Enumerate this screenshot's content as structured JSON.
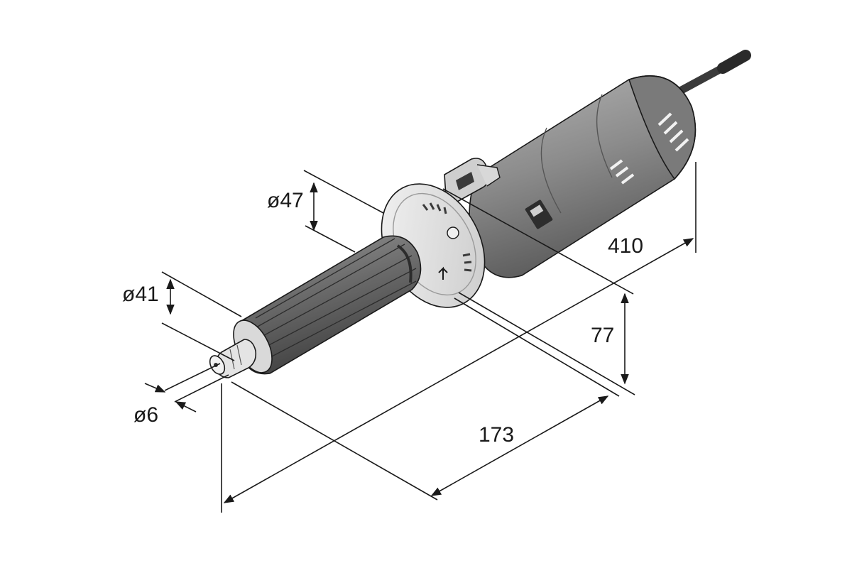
{
  "dimensions": {
    "d47": "ø47",
    "d41": "ø41",
    "d6": "ø6",
    "l410": "410",
    "h77": "77",
    "l173": "173"
  },
  "colors": {
    "housing": "#8f8f8f",
    "housing_dark": "#5e5e5e",
    "collar": "#e6e6e6",
    "grip": "#6e6e6e",
    "line": "#1a1a1a"
  }
}
